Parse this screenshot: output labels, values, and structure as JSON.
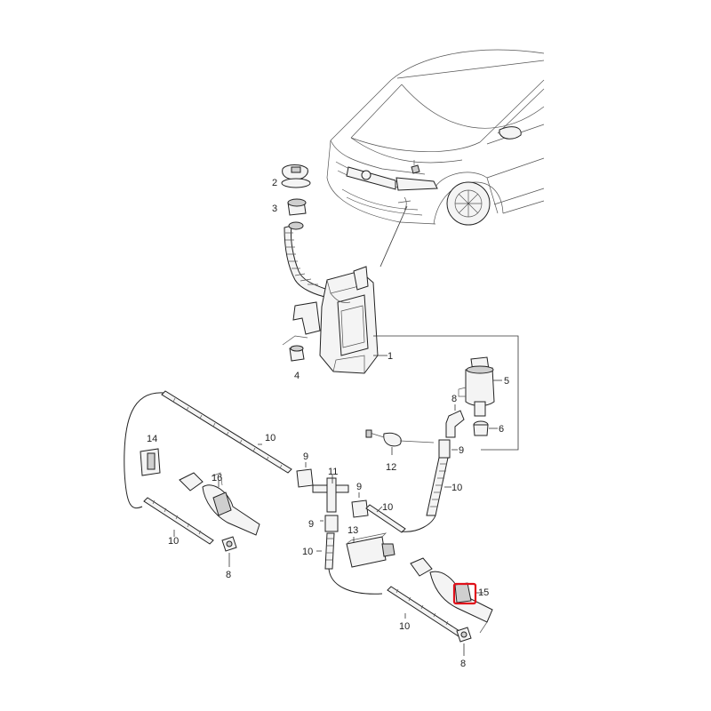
{
  "callouts": {
    "c1": "1",
    "c2": "2",
    "c3": "3",
    "c4": "4",
    "c5": "5",
    "c6": "6",
    "c8a": "8",
    "c8b": "8",
    "c8c": "8",
    "c9a": "9",
    "c9b": "9",
    "c9c": "9",
    "c9d": "9",
    "c10a": "10",
    "c10b": "10",
    "c10c": "10",
    "c10d": "10",
    "c10e": "10",
    "c10f": "10",
    "c11": "11",
    "c12": "12",
    "c13": "13",
    "c14": "14",
    "c15": "15",
    "c16": "16"
  },
  "colors": {
    "line": "#222222",
    "highlight": "#e0101a"
  }
}
